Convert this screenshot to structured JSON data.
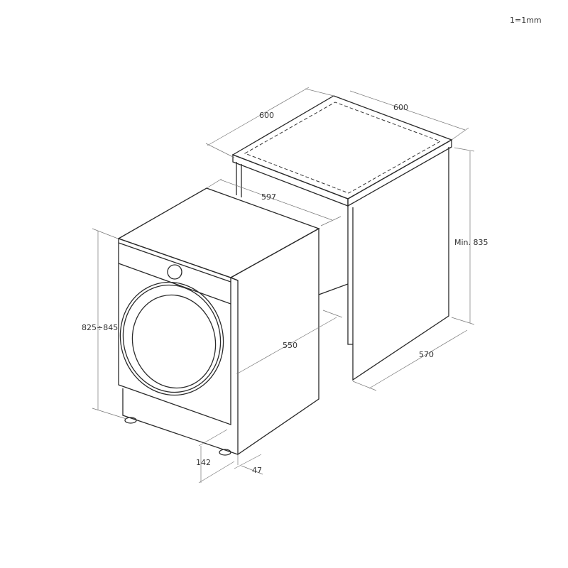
{
  "scale_note": "1=1mm",
  "dimensions": {
    "niche_width": "600",
    "niche_depth": "600",
    "machine_width": "597",
    "niche_height": "Min. 835",
    "machine_height": "825÷845",
    "machine_depth": "550",
    "niche_side_depth": "570",
    "plinth_height": "142",
    "foot_offset": "47"
  }
}
